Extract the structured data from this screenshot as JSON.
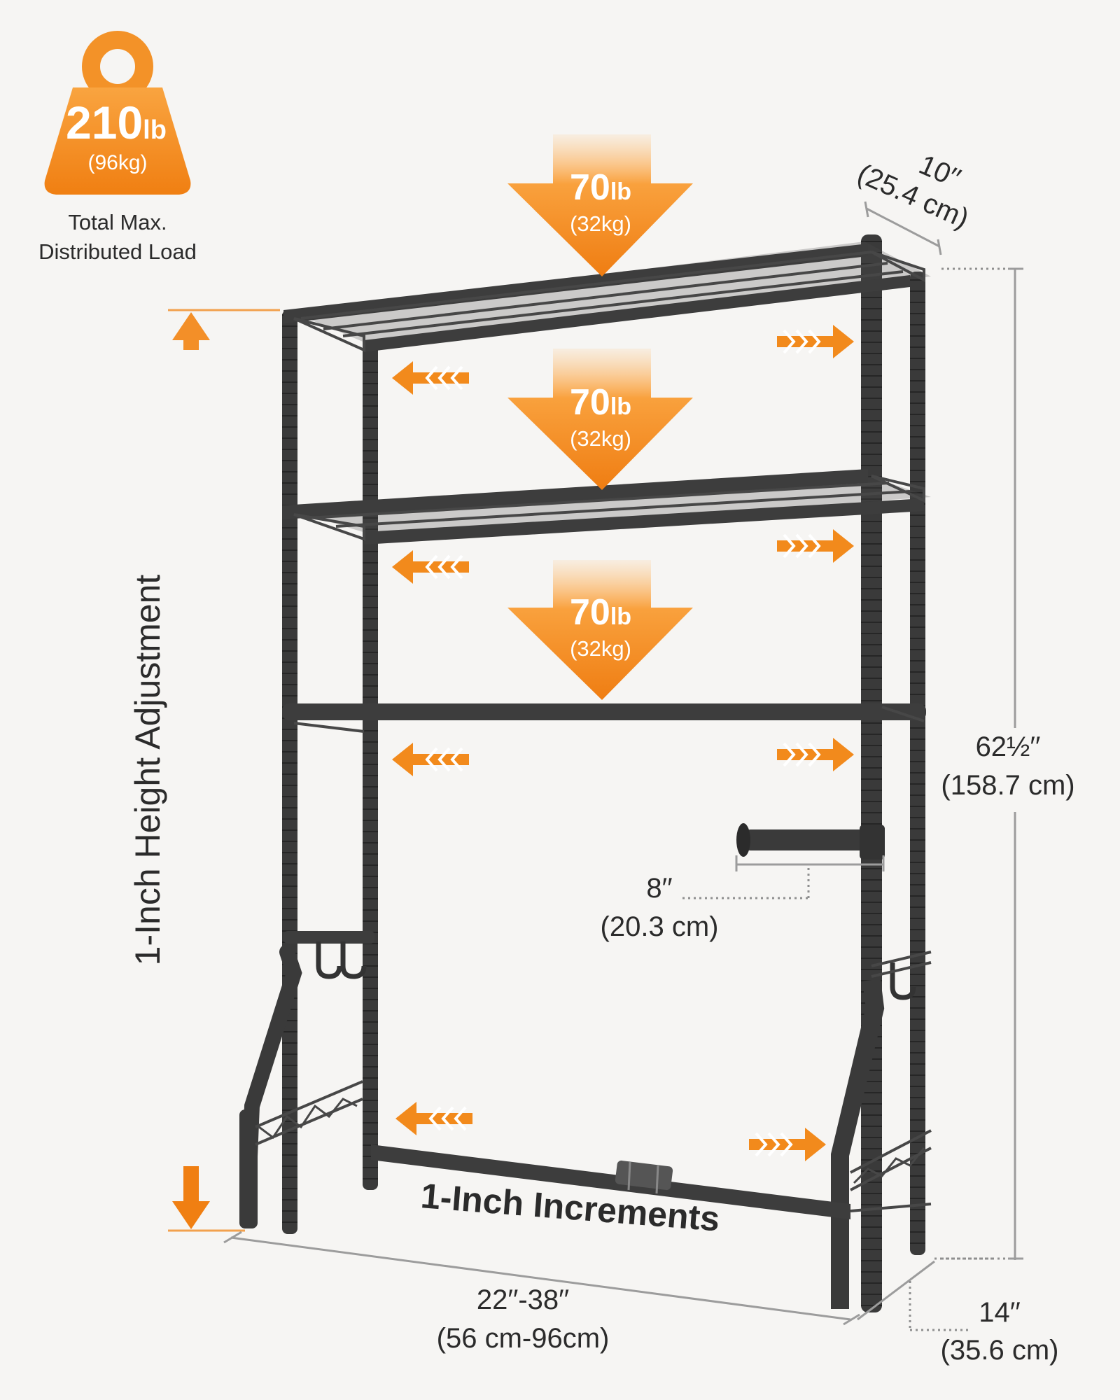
{
  "total_load": {
    "value": "210",
    "unit": "lb",
    "metric": "(96kg)",
    "caption_line1": "Total Max.",
    "caption_line2": "Distributed Load"
  },
  "shelf_loads": [
    {
      "value": "70",
      "unit": "lb",
      "metric": "(32kg)"
    },
    {
      "value": "70",
      "unit": "lb",
      "metric": "(32kg)"
    },
    {
      "value": "70",
      "unit": "lb",
      "metric": "(32kg)"
    }
  ],
  "dimensions": {
    "depth_top": {
      "imperial": "10′′",
      "metric": "(25.4 cm)"
    },
    "height": {
      "imperial": "62½′′",
      "metric": "(158.7 cm)"
    },
    "holder": {
      "imperial": "8′′",
      "metric": "(20.3 cm)"
    },
    "width": {
      "imperial": "22′′-38′′",
      "metric": "(56 cm-96cm)"
    },
    "depth_base": {
      "imperial": "14′′",
      "metric": "(35.6 cm)"
    }
  },
  "labels": {
    "height_adjustment": "1-Inch Height Adjustment",
    "increments": "1-Inch Increments"
  },
  "colors": {
    "accent": "#f28a1c",
    "frame": "#3a3a3a",
    "text": "#2b2b2b",
    "dimension_line": "#9c9c9c"
  },
  "icons": [
    "weight-icon",
    "down-arrow-icon",
    "expand-arrow-icon",
    "double-arrow-icon"
  ]
}
